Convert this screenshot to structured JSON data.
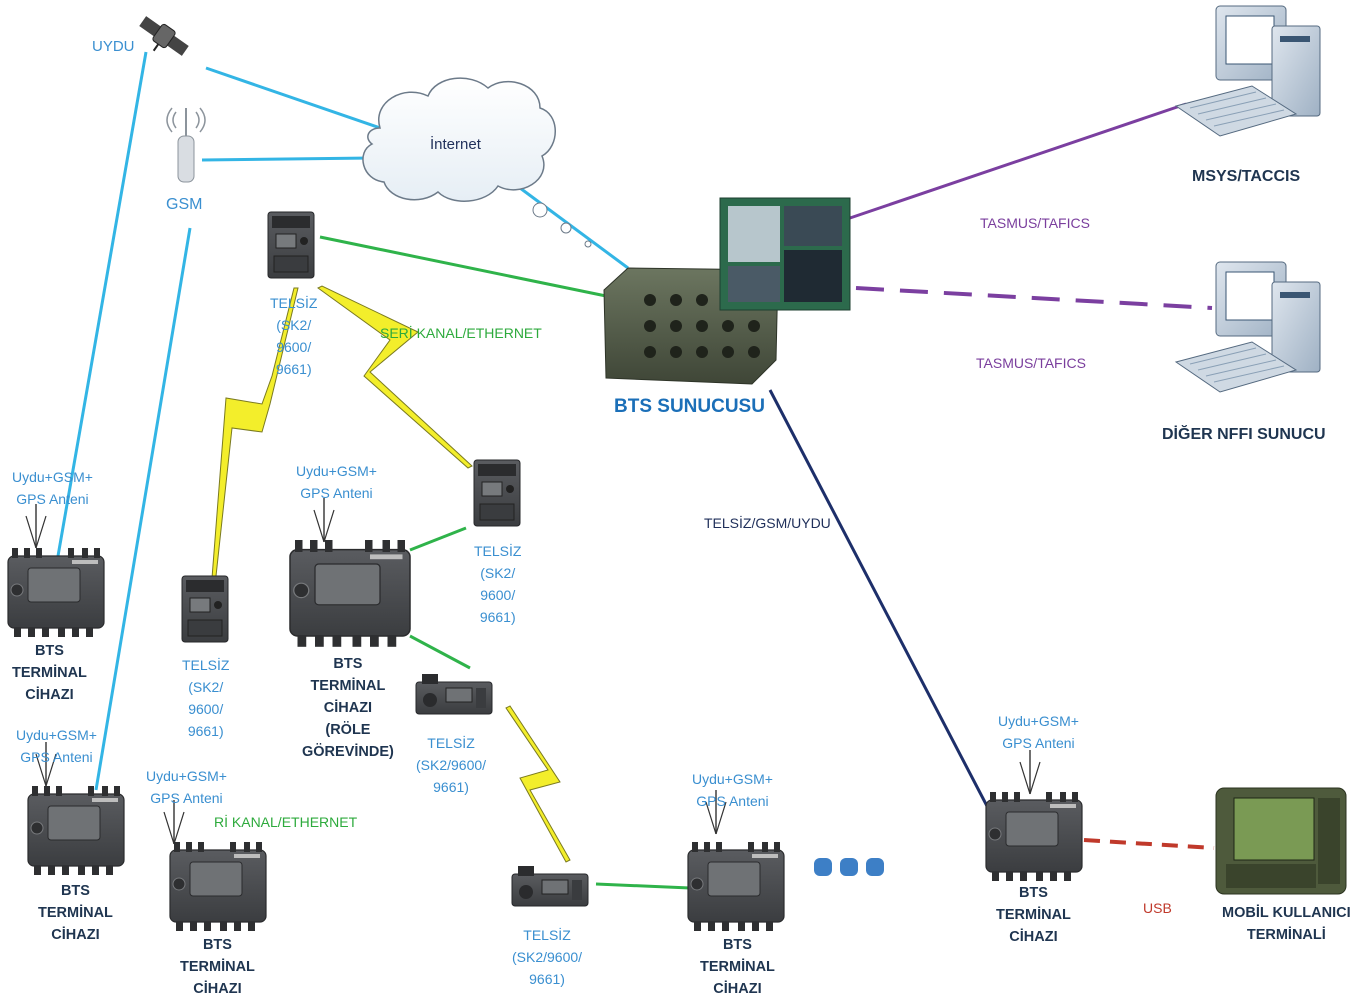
{
  "colors": {
    "internet_link": "#33b5e5",
    "radio_link": "#2fb34a",
    "server_link": "#7b3fa0",
    "telsiz_gsm_link": "#1d2f6a",
    "usb_link": "#c0392b",
    "lightning": "#f3ee2b",
    "device": "#4d4f52"
  },
  "labels": {
    "uydu": "UYDU",
    "gsm": "GSM",
    "internet": "İnternet",
    "msys": "MSYS/TACCIS",
    "tasmus1": "TASMUS/TAFICS",
    "tasmus2": "TASMUS/TAFICS",
    "diger": "DİĞER NFFI SUNUCU",
    "bts_server": "BTS SUNUCUSU",
    "telsiz_gsm_uydu": "TELSİZ/GSM/UYDU",
    "seri_kanal": "SERİ KANAL/ETHERNET",
    "seri_kanal_partial": "Rİ KANAL/ETHERNET",
    "usb": "USB",
    "mobil_1": "MOBİL KULLANICI",
    "mobil_2": "TERMİNALİ",
    "telsiz_top": [
      "TELSİZ",
      "(SK2/",
      "9600/",
      "9661)"
    ],
    "telsiz_right": [
      "TELSİZ",
      "(SK2/",
      "9600/",
      "9661)"
    ],
    "telsiz_left": [
      "TELSİZ",
      "(SK2/",
      "9600/",
      "9661)"
    ],
    "telsiz_mid": [
      "TELSİZ",
      "(SK2/9600/",
      "9661)"
    ],
    "telsiz_bottom": [
      "TELSİZ",
      "(SK2/9600/",
      "9661)"
    ],
    "antenna_1": [
      "Uydu+GSM+",
      "GPS Anteni"
    ],
    "antenna_2": [
      "Uydu+GSM+",
      "GPS Anteni"
    ],
    "antenna_3": [
      "Uydu+GSM+",
      "GPS Anteni"
    ],
    "antenna_4": [
      "Uydu+GSM+",
      "GPS Anteni"
    ],
    "antenna_5": [
      "Uydu+GSM+",
      "GPS Anteni"
    ],
    "antenna_6": [
      "Uydu+GSM+",
      "GPS Anteni"
    ],
    "terminal_1": [
      "BTS",
      "TERMİNAL",
      "CİHAZI"
    ],
    "terminal_2": [
      "BTS",
      "TERMİNAL",
      "CİHAZI"
    ],
    "terminal_3": [
      "BTS",
      "TERMİNAL",
      "CİHAZI"
    ],
    "terminal_relay": [
      "BTS",
      "TERMİNAL",
      "CİHAZI",
      "(RÖLE",
      "GÖREVİNDE)"
    ],
    "terminal_5": [
      "BTS",
      "TERMİNAL",
      "CİHAZI"
    ],
    "terminal_6": [
      "BTS",
      "TERMİNAL",
      "CİHAZI"
    ]
  }
}
